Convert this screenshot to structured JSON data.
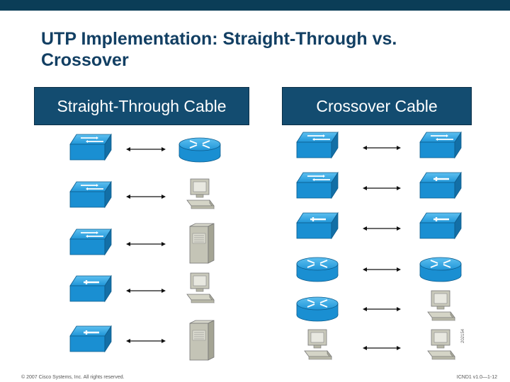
{
  "title": "UTP Implementation: Straight-Through vs. Crossover",
  "left_header": "Straight-Through Cable",
  "right_header": "Crossover Cable",
  "footer_left": "© 2007 Cisco Systems, Inc. All rights reserved.",
  "footer_right": "ICND1 v1.0—1-12",
  "figure_id": "202154",
  "colors": {
    "top_bar": "#0b3d57",
    "title": "#123f63",
    "header_box": "#134c70",
    "device_blue": "#1a8fd2",
    "pc_gray": "#b8b8a8"
  },
  "straight_through": [
    {
      "left": "switch",
      "right": "router"
    },
    {
      "left": "switch",
      "right": "pc"
    },
    {
      "left": "switch",
      "right": "server"
    },
    {
      "left": "hub",
      "right": "pc"
    },
    {
      "left": "hub",
      "right": "server"
    }
  ],
  "crossover": [
    {
      "left": "switch",
      "right": "switch"
    },
    {
      "left": "switch",
      "right": "hub"
    },
    {
      "left": "hub",
      "right": "hub"
    },
    {
      "left": "router",
      "right": "router"
    },
    {
      "left": "router",
      "right": "pc"
    },
    {
      "left": "pc",
      "right": "pc"
    }
  ]
}
